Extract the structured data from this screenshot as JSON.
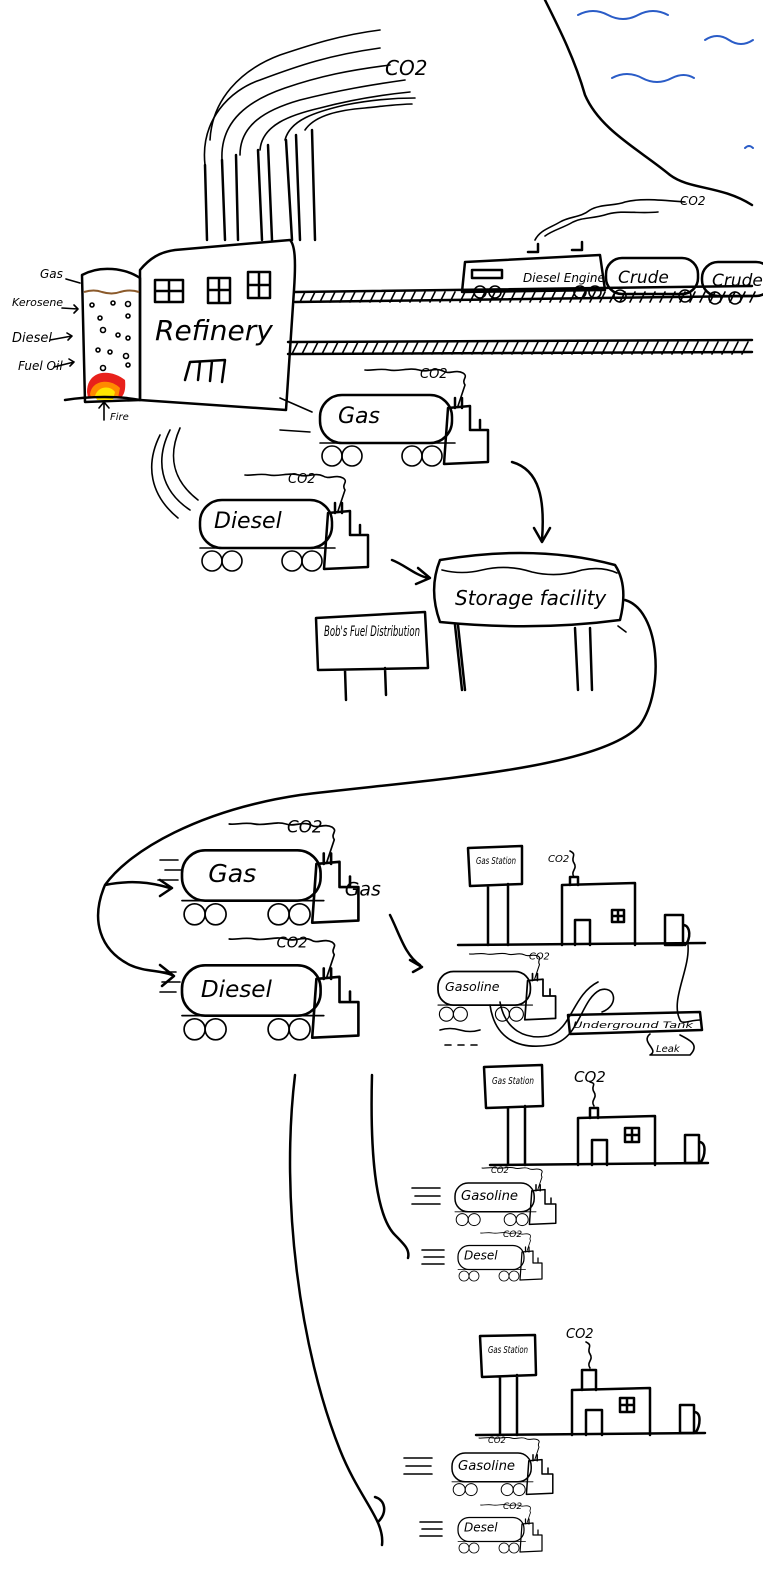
{
  "colors": {
    "ink": "#000000",
    "water": "#2a5cc7",
    "fire_outer": "#e8211b",
    "fire_mid": "#ff8a00",
    "fire_inner": "#ffe600",
    "residue": "#8b5a2b"
  },
  "refinery": {
    "name": "Refinery",
    "tower_labels": [
      "Gas",
      "Kerosene",
      "Diesel",
      "Fuel Oil"
    ],
    "fire_label": "Fire",
    "emission": "CO2"
  },
  "train": {
    "engine_label": "Diesel Engine",
    "cars": [
      "Crude",
      "Crude"
    ],
    "emission": "CO2"
  },
  "trucks_from_refinery": [
    {
      "label": "Gas",
      "emission": "CO2"
    },
    {
      "label": "Diesel",
      "emission": "CO2"
    }
  ],
  "storage": {
    "label": "Storage facility",
    "sign": "Bob's Fuel Distribution"
  },
  "trucks_from_storage": [
    {
      "label": "Gas",
      "extra": "Gas",
      "emission": "CO2"
    },
    {
      "label": "Diesel",
      "emission": "CO2"
    }
  ],
  "stations": [
    {
      "sign": "Gas Station",
      "emission": "CO2",
      "trucks": [
        {
          "label": "Gasoline",
          "emission": "CO2"
        }
      ],
      "tank": "Underground Tank",
      "leak": "Leak"
    },
    {
      "sign": "Gas Station",
      "emission": "CO2",
      "trucks": [
        {
          "label": "Gasoline",
          "emission": "CO2"
        },
        {
          "label": "Desel",
          "emission": "CO2"
        }
      ]
    },
    {
      "sign": "Gas Station",
      "emission": "CO2",
      "trucks": [
        {
          "label": "Gasoline",
          "emission": "CO2"
        },
        {
          "label": "Desel",
          "emission": "CO2"
        }
      ]
    }
  ]
}
